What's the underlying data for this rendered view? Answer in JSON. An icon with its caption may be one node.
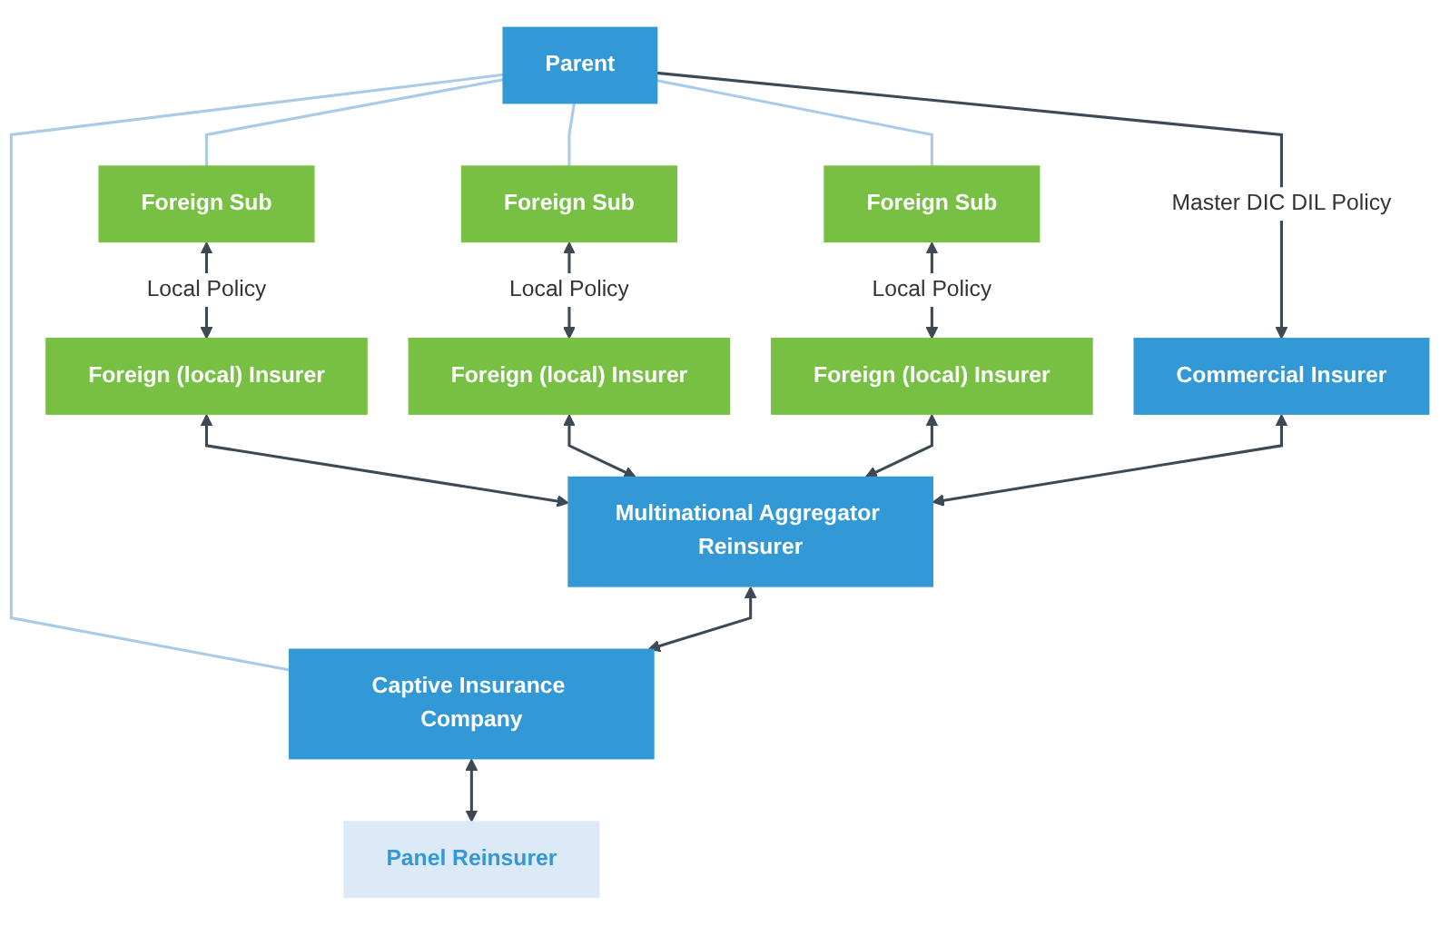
{
  "diagram": {
    "nodes": [
      {
        "text": [
          "Parent"
        ]
      },
      {
        "text": [
          "Foreign Sub"
        ]
      },
      {
        "text": [
          "Foreign Sub"
        ]
      },
      {
        "text": [
          "Foreign Sub"
        ]
      },
      {
        "text": [
          "Foreign (local) Insurer"
        ]
      },
      {
        "text": [
          "Foreign (local) Insurer"
        ]
      },
      {
        "text": [
          "Foreign (local) Insurer"
        ]
      },
      {
        "text": [
          "Commercial Insurer"
        ]
      },
      {
        "text": [
          "Multinational Aggregator Reinsurer"
        ]
      },
      {
        "text": [
          "Captive Insurance Company"
        ]
      },
      {
        "text": [
          "Panel Reinsurer"
        ]
      }
    ],
    "edges": [
      {
        "from": 0,
        "to": 7,
        "arrow": "to",
        "label": "Master DIC DIL Policy"
      },
      {
        "from": 0,
        "to": 1,
        "arrow": "none",
        "color": "#a9cbe8"
      },
      {
        "from": 0,
        "to": 2,
        "arrow": "none",
        "color": "#a9cbe8"
      },
      {
        "from": 0,
        "to": 3,
        "arrow": "none",
        "color": "#a9cbe8"
      },
      {
        "from": 0,
        "to": 9,
        "arrow": "none",
        "color": "#a9cbe8"
      },
      {
        "from": 1,
        "to": 4,
        "arrow": "both",
        "label": "Local Policy"
      },
      {
        "from": 2,
        "to": 5,
        "arrow": "both",
        "label": "Local Policy"
      },
      {
        "from": 3,
        "to": 6,
        "arrow": "both",
        "label": "Local Policy"
      },
      {
        "from": 4,
        "to": 8,
        "arrow": "both"
      },
      {
        "from": 5,
        "to": 8,
        "arrow": "both"
      },
      {
        "from": 6,
        "to": 8,
        "arrow": "both"
      },
      {
        "from": 7,
        "to": 8,
        "arrow": "both"
      },
      {
        "from": 8,
        "to": 9,
        "arrow": "both"
      },
      {
        "from": 9,
        "to": 10,
        "arrow": "both"
      }
    ]
  }
}
